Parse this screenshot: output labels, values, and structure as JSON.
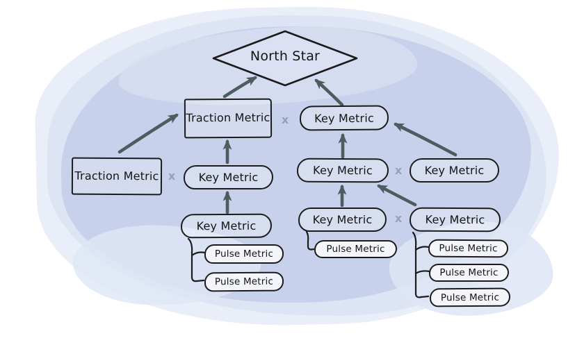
{
  "diagram": {
    "labels": {
      "north_star": "North Star",
      "traction_metric": "Traction Metric",
      "key_metric": "Key Metric",
      "pulse_metric": "Pulse Metric",
      "multiply": "x"
    },
    "nodes": [
      {
        "id": "north-star",
        "type": "diamond",
        "label": "North Star"
      },
      {
        "id": "traction-metric-center",
        "type": "rectangle",
        "label": "Traction Metric"
      },
      {
        "id": "key-metric-top",
        "type": "pill",
        "label": "Key Metric"
      },
      {
        "id": "traction-metric-left",
        "type": "rectangle",
        "label": "Traction Metric"
      },
      {
        "id": "key-metric-mid-left",
        "type": "pill",
        "label": "Key Metric"
      },
      {
        "id": "key-metric-mid-center",
        "type": "pill",
        "label": "Key Metric"
      },
      {
        "id": "key-metric-mid-right",
        "type": "pill",
        "label": "Key Metric"
      },
      {
        "id": "key-metric-lower-left",
        "type": "pill",
        "label": "Key Metric"
      },
      {
        "id": "key-metric-bottom-center",
        "type": "pill",
        "label": "Key Metric"
      },
      {
        "id": "key-metric-bottom-right",
        "type": "pill",
        "label": "Key Metric"
      },
      {
        "id": "pulse-left-1",
        "type": "pill-small",
        "label": "Pulse Metric"
      },
      {
        "id": "pulse-left-2",
        "type": "pill-small",
        "label": "Pulse Metric"
      },
      {
        "id": "pulse-center-1",
        "type": "pill-small",
        "label": "Pulse Metric"
      },
      {
        "id": "pulse-right-1",
        "type": "pill-small",
        "label": "Pulse Metric"
      },
      {
        "id": "pulse-right-2",
        "type": "pill-small",
        "label": "Pulse Metric"
      },
      {
        "id": "pulse-right-3",
        "type": "pill-small",
        "label": "Pulse Metric"
      }
    ],
    "arrows": [
      {
        "from": "traction-metric-center",
        "to": "north-star"
      },
      {
        "from": "key-metric-top",
        "to": "north-star"
      },
      {
        "from": "traction-metric-left",
        "to": "traction-metric-center"
      },
      {
        "from": "key-metric-mid-left",
        "to": "traction-metric-center"
      },
      {
        "from": "key-metric-lower-left",
        "to": "key-metric-mid-left"
      },
      {
        "from": "key-metric-mid-center",
        "to": "key-metric-top"
      },
      {
        "from": "key-metric-mid-right",
        "to": "key-metric-top"
      },
      {
        "from": "key-metric-bottom-center",
        "to": "key-metric-mid-center"
      },
      {
        "from": "key-metric-bottom-right",
        "to": "key-metric-mid-center"
      }
    ],
    "multiplications": [
      {
        "left": "traction-metric-center",
        "right": "key-metric-top"
      },
      {
        "left": "traction-metric-left",
        "right": "key-metric-mid-left"
      },
      {
        "left": "key-metric-mid-center",
        "right": "key-metric-mid-right"
      },
      {
        "left": "key-metric-bottom-center",
        "right": "key-metric-bottom-right"
      }
    ],
    "bracket_links": [
      {
        "parent": "key-metric-lower-left",
        "children": [
          "pulse-left-1",
          "pulse-left-2"
        ]
      },
      {
        "parent": "key-metric-bottom-center",
        "children": [
          "pulse-center-1"
        ]
      },
      {
        "parent": "key-metric-bottom-right",
        "children": [
          "pulse-right-1",
          "pulse-right-2",
          "pulse-right-3"
        ]
      }
    ],
    "colors": {
      "arrow": "#4d5c5e",
      "outline": "#1b1b1b",
      "multiply": "#97a1b6",
      "blob_outer": "#eaeef8",
      "blob_mid": "#dde4f4",
      "blob_main": "#c8d1eb",
      "patch_light": "#d9dff2",
      "pulse_fill": "#f3f5fb"
    }
  }
}
